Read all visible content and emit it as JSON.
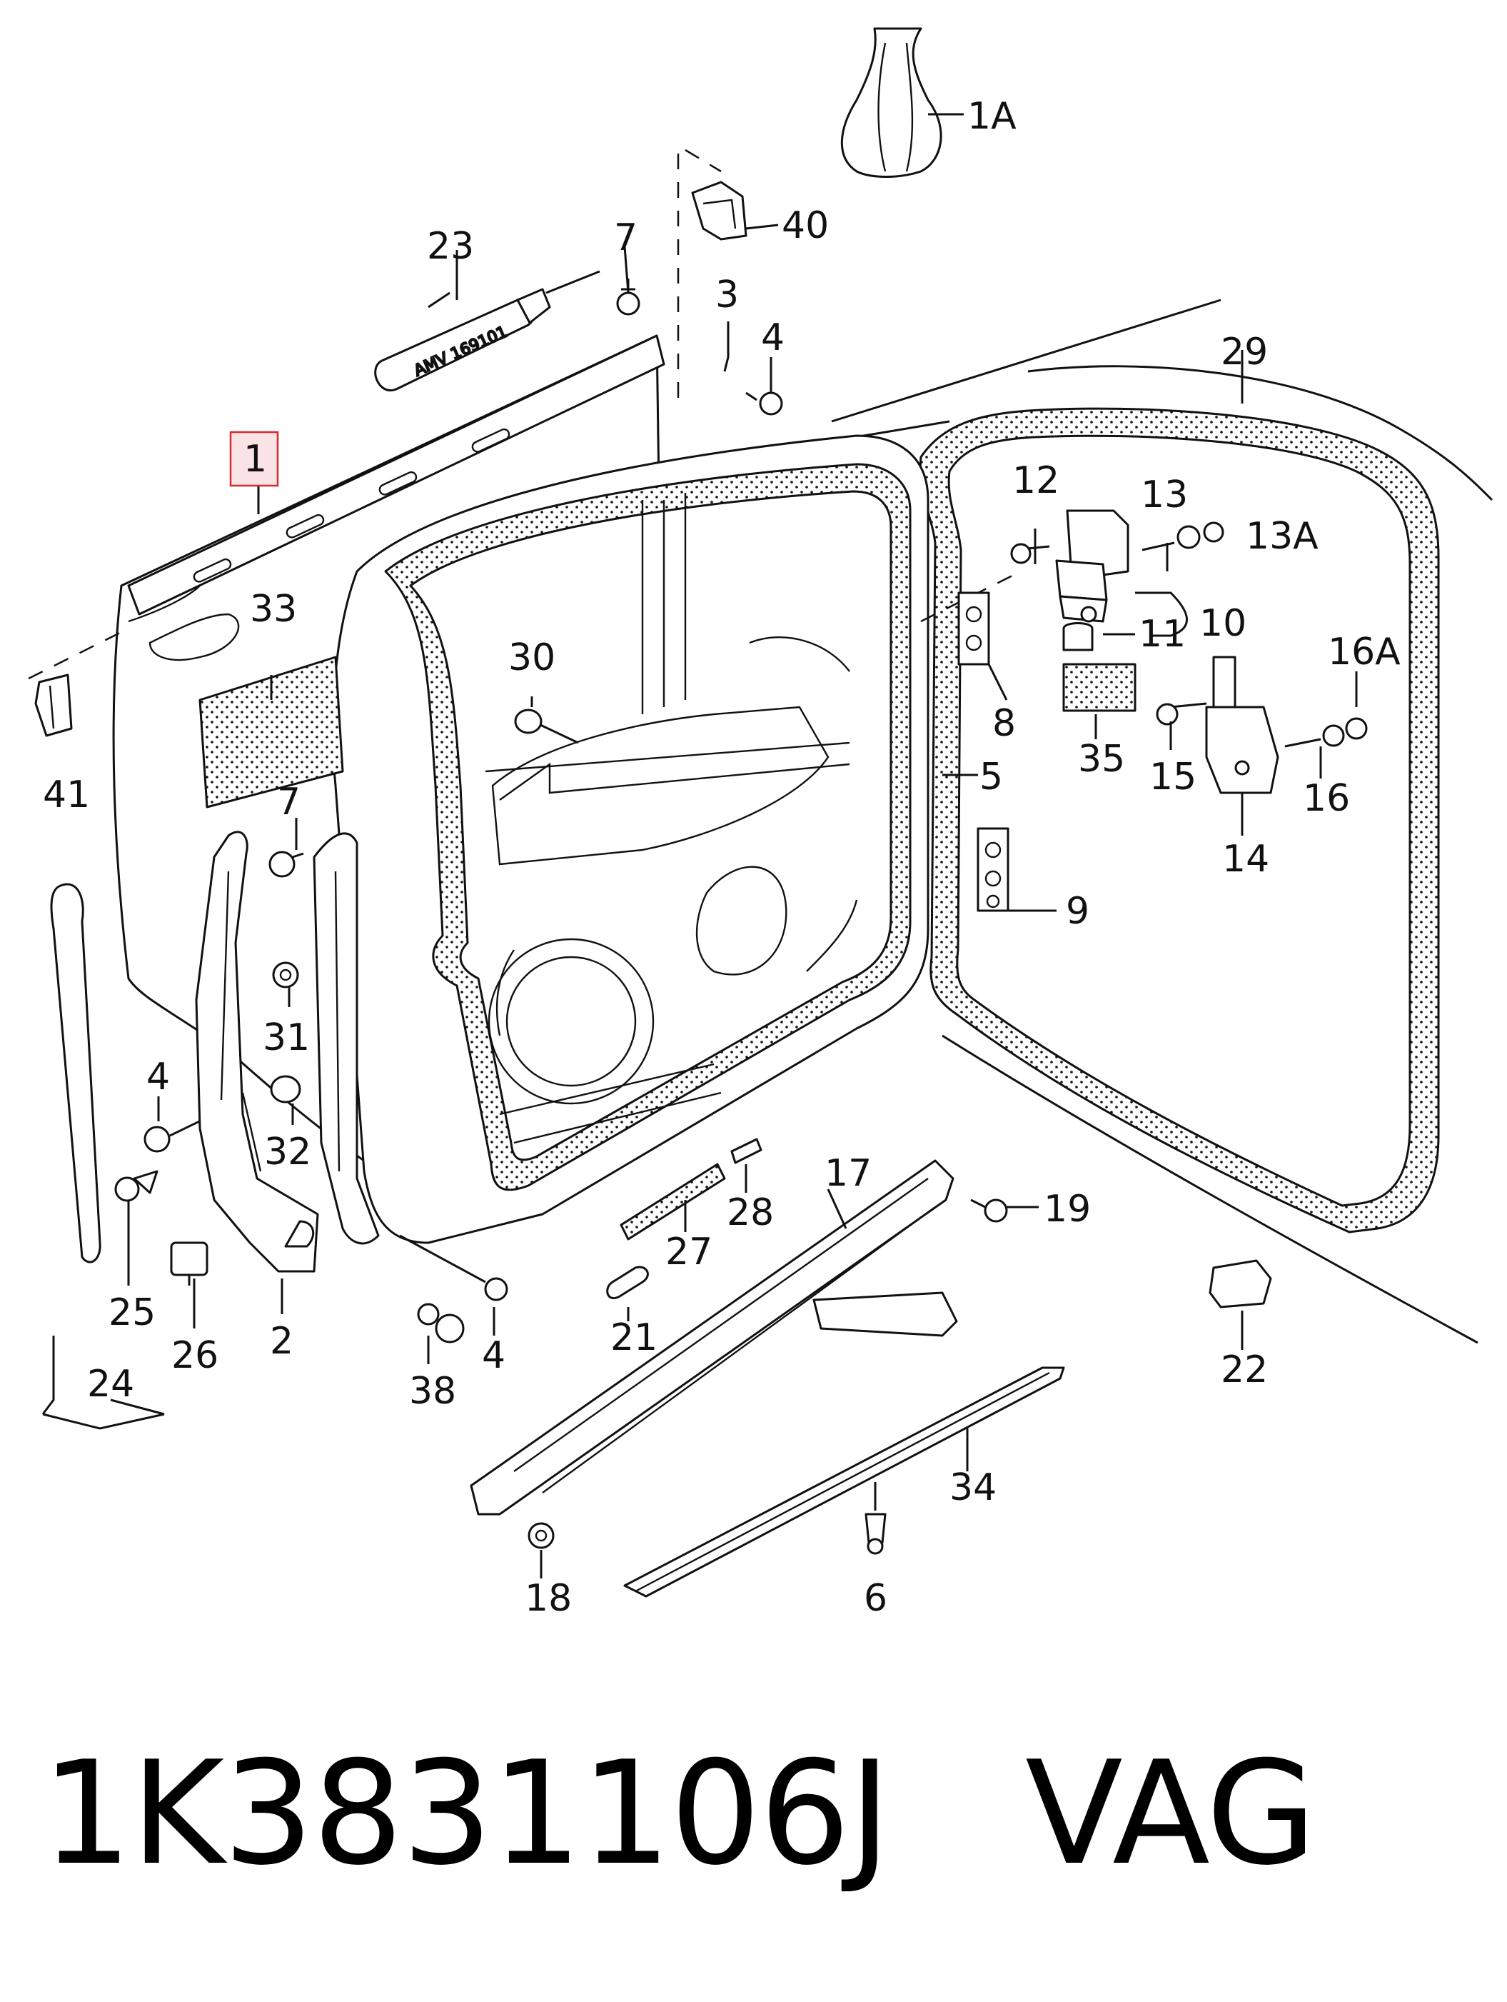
{
  "colors": {
    "highlight": "#d9282e",
    "highlight_fill": "#f9e3e4",
    "ink": "#111111"
  },
  "callouts": {
    "c1": "1",
    "c1A": "1A",
    "c2": "2",
    "c3": "3",
    "c4a": "4",
    "c4b": "4",
    "c4c": "4",
    "c5": "5",
    "c6": "6",
    "c7a": "7",
    "c7b": "7",
    "c8": "8",
    "c9": "9",
    "c10": "10",
    "c11": "11",
    "c12": "12",
    "c13": "13",
    "c13A": "13A",
    "c14": "14",
    "c15": "15",
    "c16": "16",
    "c16A": "16A",
    "c17": "17",
    "c18": "18",
    "c19": "19",
    "c21": "21",
    "c22": "22",
    "c23": "23",
    "c24": "24",
    "c25": "25",
    "c26": "26",
    "c27": "27",
    "c28": "28",
    "c29": "29",
    "c30": "30",
    "c31": "31",
    "c32": "32",
    "c33": "33",
    "c34": "34",
    "c35": "35",
    "c38": "38",
    "c40": "40",
    "c41": "41"
  },
  "tube_label": "AMV 169101",
  "footer": {
    "part_number": "1K3831106J",
    "brand": "VAG"
  }
}
